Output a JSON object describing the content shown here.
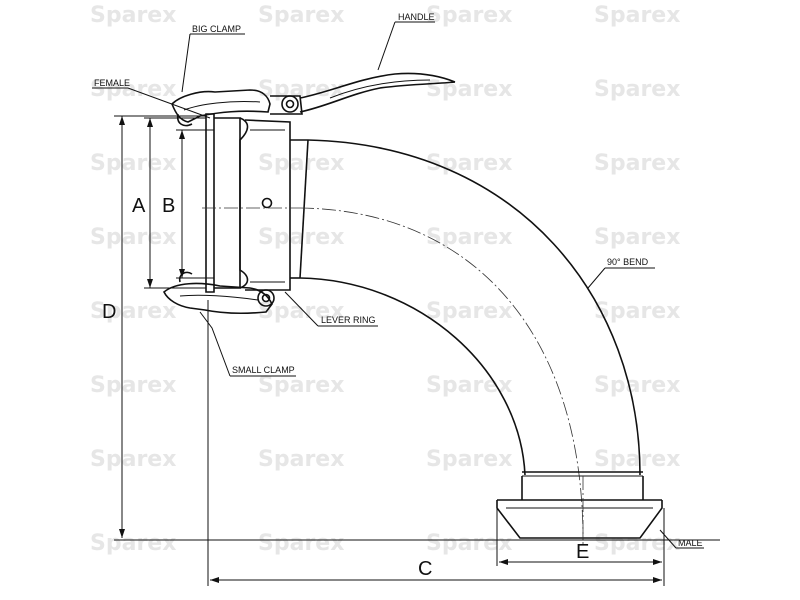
{
  "watermark_text": "Sparex",
  "labels": {
    "handle": "HANDLE",
    "big_clamp": "BIG CLAMP",
    "female": "FEMALE",
    "bend": "90° BEND",
    "lever_ring": "LEVER RING",
    "small_clamp": "SMALL CLAMP",
    "male": "MALE"
  },
  "dimensions": {
    "a": "A",
    "b": "B",
    "c": "C",
    "d": "D",
    "e": "E"
  },
  "colors": {
    "ink": "#111111",
    "watermark": "#e6e6e6"
  }
}
